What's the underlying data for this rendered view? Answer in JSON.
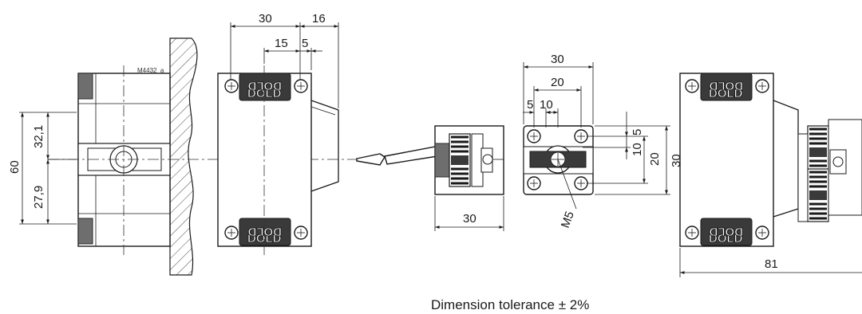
{
  "drawing_id": "M4432_a",
  "brand_logo": "DOLD",
  "caption": "Dimension tolerance ± 2%",
  "side_view": {
    "dim_total": "60",
    "dim_upper": "32,1",
    "dim_lower": "27,9"
  },
  "front_view": {
    "dim_width": "30",
    "dim_offset": "16",
    "dim_hole_15": "15",
    "dim_hole_5": "5"
  },
  "terminal_view": {
    "dim_width": "30"
  },
  "terminal_front": {
    "dim_30": "30",
    "dim_20": "20",
    "dim_10": "10",
    "dim_5": "5",
    "dim_v_5": "5",
    "dim_v_10": "10",
    "dim_v_20": "20",
    "dim_v_30": "30",
    "thread": "M5"
  },
  "assembled_view": {
    "dim_total": "81"
  }
}
